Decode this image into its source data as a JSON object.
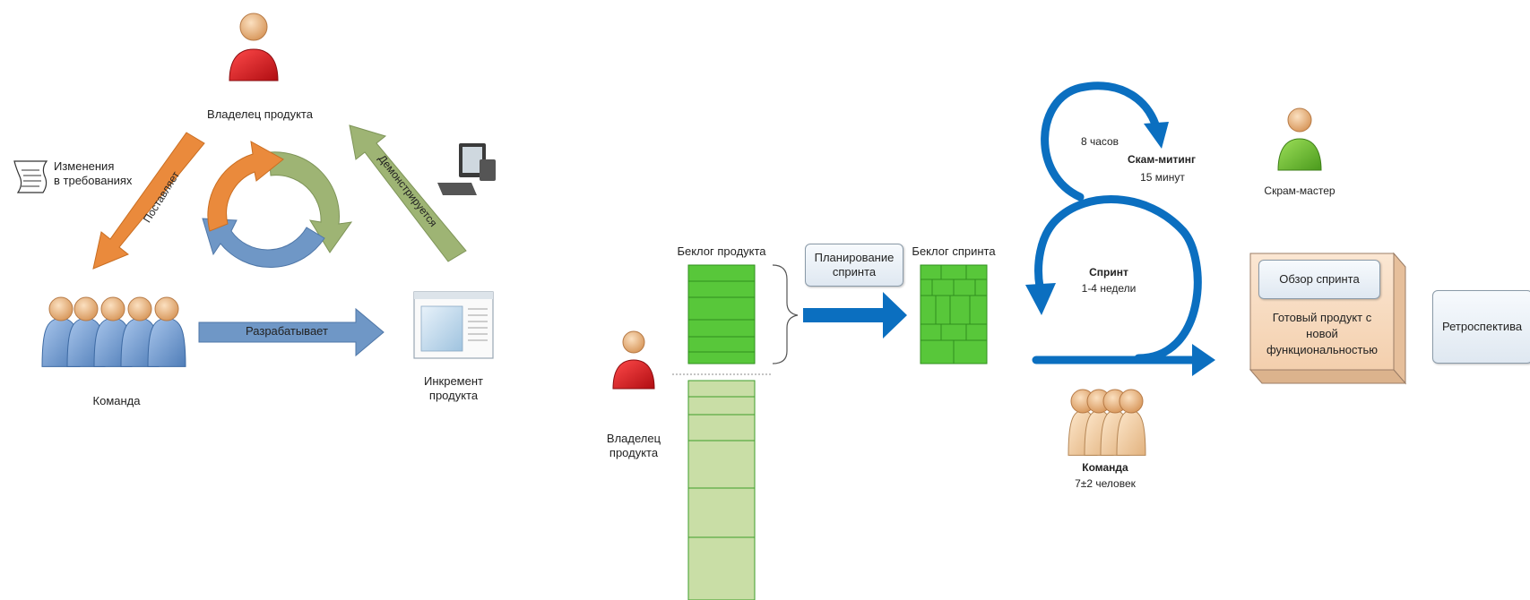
{
  "left": {
    "owner_label": "Владелец продукта",
    "changes_label": "Изменения\nв требованиях",
    "supplies_label": "Поставляет",
    "demonstrated_label": "Демонстрируется",
    "develops_label": "Разрабатывает",
    "team_label": "Команда",
    "increment_label": "Инкремент\nпродукта"
  },
  "right": {
    "product_backlog_label": "Беклог продукта",
    "sprint_planning_label": "Планирование\nспринта",
    "sprint_backlog_label": "Беклог спринта",
    "owner_label": "Владелец\nпродукта",
    "hours_label": "8 часов",
    "scrum_meeting_label": "Скам-митинг",
    "scrum_meeting_duration": "15 минут",
    "scrum_master_label": "Скрам-мастер",
    "sprint_label": "Спринт",
    "sprint_duration": "1-4 недели",
    "team_label": "Команда",
    "team_size": "7±2 человек",
    "sprint_review_label": "Обзор спринта",
    "ready_product_label": "Готовый продукт с\nновой\nфункциональностью",
    "retrospective_label": "Ретроспектива"
  },
  "colors": {
    "owner": "#d7141a",
    "scrum_master": "#6cbf2a",
    "team": "#6f98cf",
    "team_right": "#f3d1a8",
    "orange_arrow": "#ea8a3c",
    "green_arrow": "#9eb474",
    "blue_arrow": "#6f97c6",
    "sprint_blue": "#0b6fc0",
    "backlog_green": "#58c73a",
    "backlog_pale": "#c9dea6"
  }
}
